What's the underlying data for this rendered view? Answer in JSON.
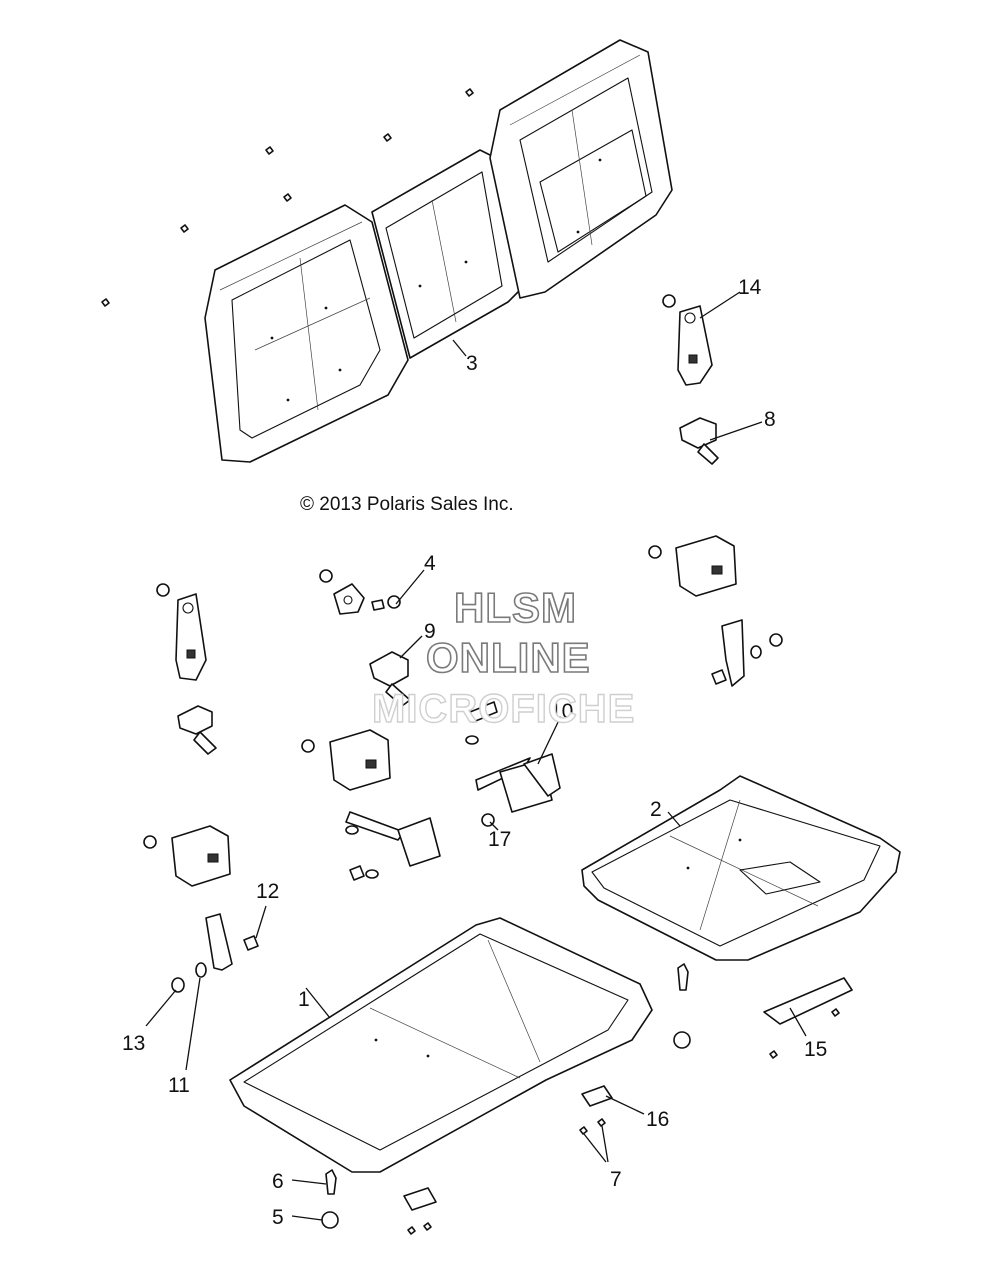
{
  "copyright": "© 2013 Polaris Sales Inc.",
  "watermark": {
    "line1": "HLSM",
    "line2": "ONLINE",
    "line3": "MICROFICHE"
  },
  "callouts": [
    "1",
    "2",
    "3",
    "4",
    "5",
    "6",
    "7",
    "8",
    "9",
    "10",
    "11",
    "12",
    "13",
    "14",
    "15",
    "16",
    "17"
  ]
}
